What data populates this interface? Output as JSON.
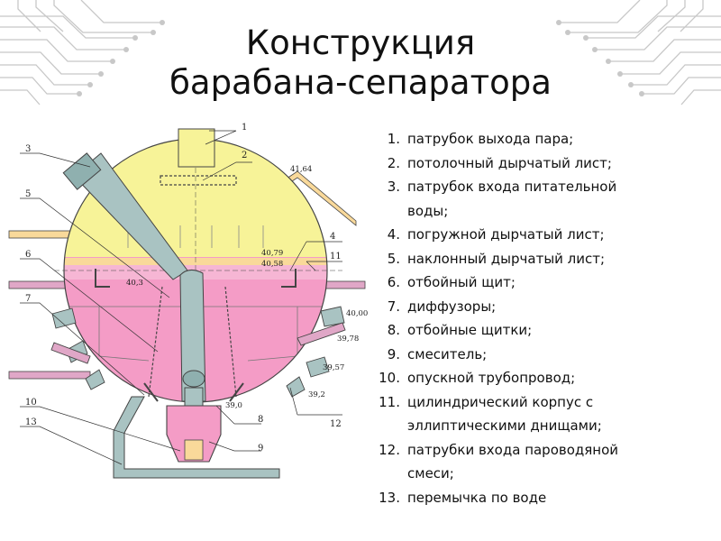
{
  "title": {
    "line1": "Конструкция",
    "line2": "барабана-сепаратора"
  },
  "legend": [
    {
      "num": "1.",
      "lines": [
        "патрубок выхода пара;"
      ]
    },
    {
      "num": "2.",
      "lines": [
        "потолочный дырчатый лист;"
      ]
    },
    {
      "num": "3.",
      "lines": [
        "патрубок входа питательной",
        "воды;"
      ]
    },
    {
      "num": "4.",
      "lines": [
        "погружной дырчатый лист;"
      ]
    },
    {
      "num": "5.",
      "lines": [
        "наклонный дырчатый лист;"
      ]
    },
    {
      "num": "6.",
      "lines": [
        "отбойный щит;"
      ]
    },
    {
      "num": "7.",
      "lines": [
        "диффузоры;"
      ]
    },
    {
      "num": "8.",
      "lines": [
        "отбойные щитки;"
      ]
    },
    {
      "num": "9.",
      "lines": [
        "смеситель;"
      ]
    },
    {
      "num": "10.",
      "lines": [
        "опускной трубопровод;"
      ]
    },
    {
      "num": "11.",
      "lines": [
        "цилиндрический корпус с",
        "эллиптическими днищами;"
      ]
    },
    {
      "num": "12.",
      "lines": [
        "патрубки входа пароводяной",
        "смеси;"
      ]
    },
    {
      "num": "13.",
      "lines": [
        "перемычка по воде"
      ]
    }
  ],
  "drawing": {
    "callouts": [
      "1",
      "2",
      "3",
      "4",
      "5",
      "6",
      "7",
      "8",
      "9",
      "10",
      "11",
      "12",
      "13"
    ],
    "elevations": [
      "41,64",
      "40,79",
      "40,58",
      "40,3",
      "40,00",
      "39,78",
      "39,57",
      "39,2",
      "39,0"
    ],
    "colors": {
      "steam": "#f7f398",
      "water": "#f49cc6",
      "pipe": "#a9c3c2",
      "pipe_dark": "#5f7f7e",
      "sheet": "#f9d99a",
      "outline": "#444444"
    }
  }
}
